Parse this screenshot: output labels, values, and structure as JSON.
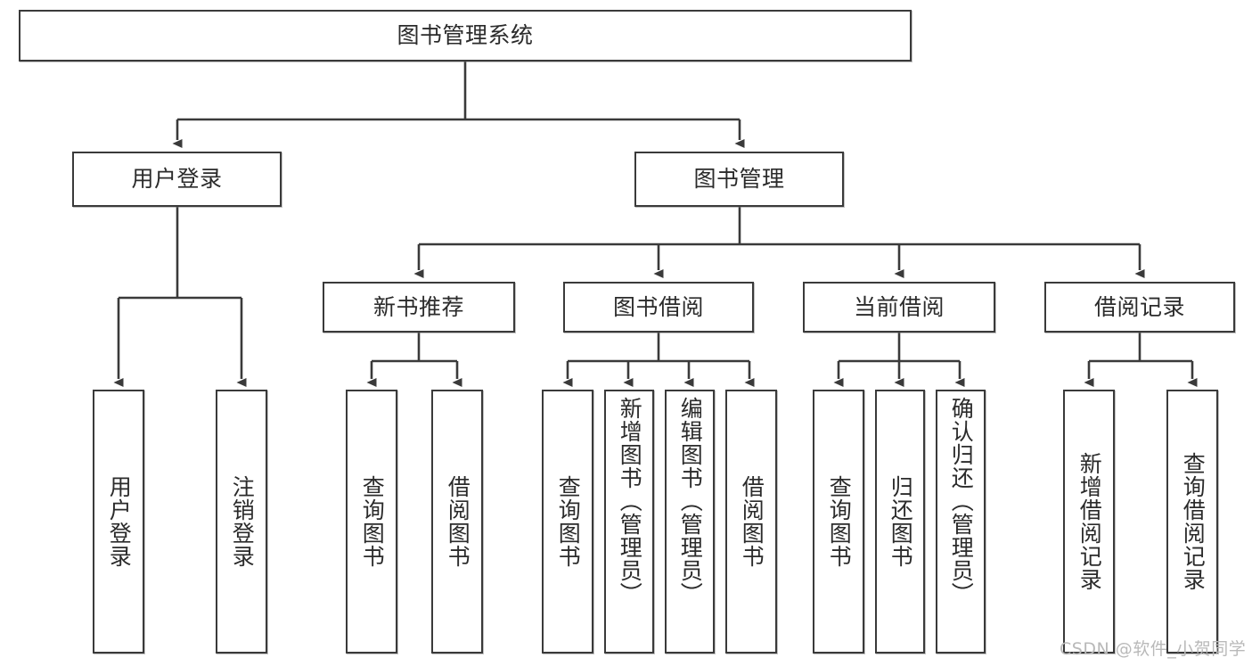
{
  "diagram": {
    "title": "图书管理系统",
    "type": "tree-hierarchy",
    "colors": {
      "box_border": "#3a3a3a",
      "box_fill": "#ffffff",
      "connector": "#3a3a3a",
      "text": "#2b2b2b",
      "watermark": "#b9b9b9"
    }
  },
  "root": {
    "label": "图书管理系统"
  },
  "level2": [
    {
      "label": "用户登录"
    },
    {
      "label": "图书管理"
    }
  ],
  "level3": [
    {
      "label": "新书推荐"
    },
    {
      "label": "图书借阅"
    },
    {
      "label": "当前借阅"
    },
    {
      "label": "借阅记录"
    }
  ],
  "leaves": {
    "user_login": [
      {
        "label": "用户登录"
      },
      {
        "label": "注销登录"
      }
    ],
    "new_book_recommend": [
      {
        "label": "查询图书"
      },
      {
        "label": "借阅图书"
      }
    ],
    "book_borrow": [
      {
        "label": "查询图书"
      },
      {
        "label": "新增图书（管理员）"
      },
      {
        "label": "编辑图书（管理员）"
      },
      {
        "label": "借阅图书"
      }
    ],
    "current_borrow": [
      {
        "label": "查询图书"
      },
      {
        "label": "归还图书"
      },
      {
        "label": "确认归还（管理员）"
      }
    ],
    "borrow_records": [
      {
        "label": "新增借阅记录"
      },
      {
        "label": "查询借阅记录"
      }
    ]
  },
  "watermark": {
    "text": "CSDN @软件_小贺同学"
  }
}
